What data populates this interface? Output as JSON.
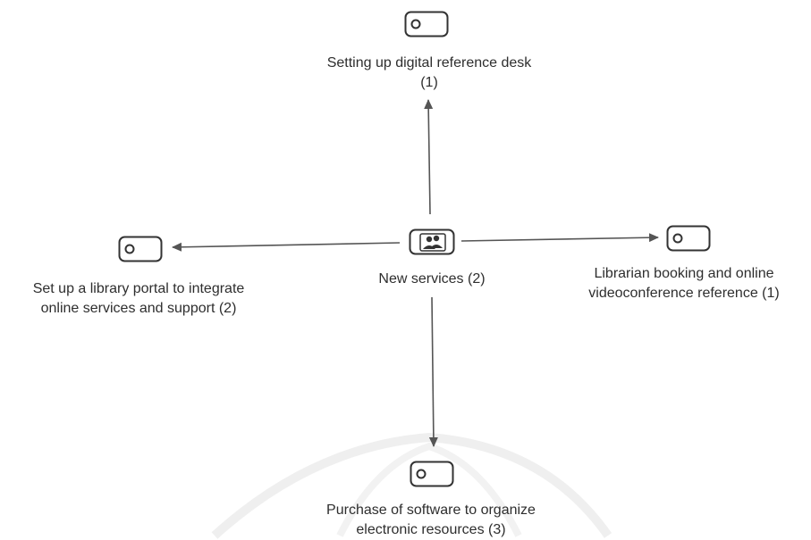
{
  "center": {
    "label": "New services (2)",
    "icon": "group-node-icon"
  },
  "nodes": [
    {
      "id": "top",
      "icon": "tag-node-icon",
      "lines": [
        "Setting up digital reference desk",
        "(1)"
      ]
    },
    {
      "id": "left",
      "icon": "tag-node-icon",
      "lines": [
        "Set up a library portal to integrate",
        "online services and support (2)"
      ]
    },
    {
      "id": "right",
      "icon": "tag-node-icon",
      "lines": [
        "Librarian booking and online",
        "videoconference reference  (1)"
      ]
    },
    {
      "id": "bottom",
      "icon": "tag-node-icon",
      "lines": [
        "Purchase of software to organize",
        "electronic resources  (3)"
      ]
    }
  ],
  "colors": {
    "line": "#555555",
    "icon_stroke": "#333333",
    "text": "#2e2e2e"
  }
}
